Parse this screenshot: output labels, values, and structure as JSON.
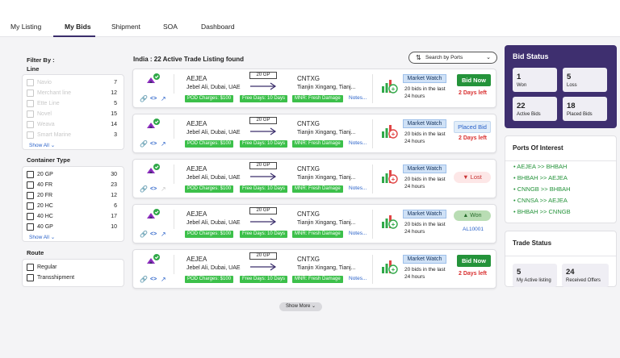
{
  "nav": {
    "tabs": [
      {
        "label": "My Listing"
      },
      {
        "label": "My Bids"
      },
      {
        "label": "Shipment"
      },
      {
        "label": "SOA"
      },
      {
        "label": "Dashboard"
      }
    ],
    "active_tab": "My Bids"
  },
  "filters": {
    "title_line1": "Filter By :",
    "title_line2": "Line",
    "line_items": [
      {
        "label": "Navio",
        "count": "7"
      },
      {
        "label": "Merchant line",
        "count": "12"
      },
      {
        "label": "Ette Line",
        "count": "5"
      },
      {
        "label": "Novel",
        "count": "15"
      },
      {
        "label": "Weava",
        "count": "14"
      },
      {
        "label": "Smart Marine",
        "count": "3"
      }
    ],
    "container_type_label": "Container Type",
    "container_items": [
      {
        "label": "20 GP",
        "count": "30"
      },
      {
        "label": "40 FR",
        "count": "23"
      },
      {
        "label": "20 FR",
        "count": "12"
      },
      {
        "label": "20 HC",
        "count": "6"
      },
      {
        "label": "40 HC",
        "count": "17"
      },
      {
        "label": "40 GP",
        "count": "10"
      }
    ],
    "show_all": "Show All",
    "route_label": "Route",
    "route_items": [
      {
        "label": "Regular"
      },
      {
        "label": "Transshipment"
      }
    ]
  },
  "listing": {
    "heading": "India : 22 Active Trade Listing found",
    "search_label": "Search by  Ports",
    "show_more": "Show More",
    "cards": [
      {
        "from_code": "AEJEA",
        "from_loc": "Jebel Ali, Dubai, UAE",
        "container": "20 GP",
        "to_code": "CNTXG",
        "to_loc": "Tianjin Xingang, Tianj...",
        "pod": "POD Charges: $100",
        "free_days": "Free Days: 10 Days",
        "mnr": "MNR: Fresh Damage",
        "notes": "Notes...",
        "market_watch": "Market Watch",
        "bids_line1": "20 bids in the last",
        "bids_line2": "24 hours",
        "status": "bid_now",
        "bid_now": "Bid Now",
        "days_left": "2 Days left"
      },
      {
        "from_code": "AEJEA",
        "from_loc": "Jebel Ali, Dubai, UAE",
        "container": "20 GP",
        "to_code": "CNTXG",
        "to_loc": "Tianjin Xingang, Tianj...",
        "pod": "POD Charges: $100",
        "free_days": "Free Days: 10 Days",
        "mnr": "MNR: Fresh Damage",
        "notes": "Notes...",
        "market_watch": "Market Watch",
        "bids_line1": "20 bids in the last",
        "bids_line2": "24 hours",
        "status": "placed",
        "placed_bid": "Placed Bid",
        "days_left": "2 Days left"
      },
      {
        "from_code": "AEJEA",
        "from_loc": "Jebel Ali, Dubai, UAE",
        "container": "20 GP",
        "to_code": "CNTXG",
        "to_loc": "Tianjin Xingang, Tianj...",
        "pod": "POD Charges: $100",
        "free_days": "Free Days: 10 Days",
        "mnr": "MNR: Fresh Damage",
        "notes": "Notes...",
        "market_watch": "Market Watch",
        "bids_line1": "20 bids in the last",
        "bids_line2": "24 hours",
        "status": "lost",
        "lost": "Lost"
      },
      {
        "from_code": "AEJEA",
        "from_loc": "Jebel Ali, Dubai, UAE",
        "container": "20 GP",
        "to_code": "CNTXG",
        "to_loc": "Tianjin Xingang, Tianj...",
        "pod": "POD Charges: $100",
        "free_days": "Free Days: 10 Days",
        "mnr": "MNR: Fresh Damage",
        "notes": "Notes...",
        "market_watch": "Market Watch",
        "bids_line1": "20 bids in the last",
        "bids_line2": "24 hours",
        "status": "won",
        "won": "Won",
        "won_id": "AL10001"
      },
      {
        "from_code": "AEJEA",
        "from_loc": "Jebel Ali, Dubai, UAE",
        "container": "20 GP",
        "to_code": "CNTXG",
        "to_loc": "Tianjin Xingang, Tianj...",
        "pod": "POD Charges: $100",
        "free_days": "Free Days: 10 Days",
        "mnr": "MNR: Fresh Damage",
        "notes": "Notes...",
        "market_watch": "Market Watch",
        "bids_line1": "20 bids in the last",
        "bids_line2": "24 hours",
        "status": "bid_now",
        "bid_now": "Bid Now",
        "days_left": "2 Days left"
      }
    ]
  },
  "bid_status": {
    "title": "Bid Status",
    "cells": [
      {
        "num": "1",
        "label": "Won"
      },
      {
        "num": "5",
        "label": "Loss"
      },
      {
        "num": "22",
        "label": "Active Bids"
      },
      {
        "num": "18",
        "label": "Placed Bids"
      }
    ]
  },
  "ports_of_interest": {
    "title": "Ports Of Interest",
    "items": [
      "AEJEA  >>  BHBAH",
      "BHBAH  >>  AEJEA",
      "CNNGB  >>  BHBAH",
      "CNNSA  >>  AEJEA",
      "BHBAH  >>  CNNGB"
    ]
  },
  "trade_status": {
    "title": "Trade Status",
    "cells": [
      {
        "num": "5",
        "label": "My Active listing"
      },
      {
        "num": "24",
        "label": "Received Offers"
      }
    ]
  },
  "colors": {
    "brand_purple": "#3e2f6f",
    "green": "#24933a",
    "tag_green": "#3cc04a",
    "red": "#d93030",
    "link_blue": "#2a62c9"
  }
}
